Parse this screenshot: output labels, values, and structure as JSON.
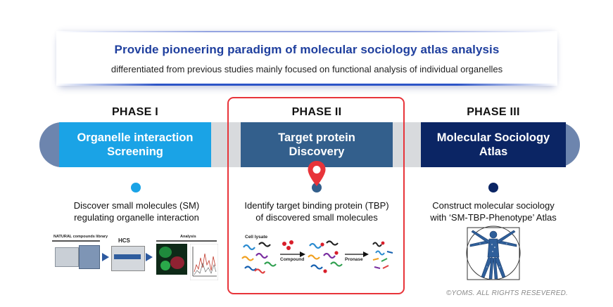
{
  "header": {
    "title": "Provide pioneering paradigm of molecular sociology atlas analysis",
    "subtitle": "differentiated from previous studies mainly focused on functional analysis of individual organelles"
  },
  "phases": [
    {
      "label": "PHASE I",
      "title_line1": "Organelle interaction",
      "title_line2": "Screening",
      "desc_line1": "Discover small molecules (SM)",
      "desc_line2": "regulating organelle interaction",
      "color": "#1aa3e6",
      "figure_labels": {
        "library": "NATURAL compounds library",
        "hcs": "HCS",
        "analysis": "Analysis"
      }
    },
    {
      "label": "PHASE II",
      "title_line1": "Target protein",
      "title_line2": "Discovery",
      "desc_line1": "Identify target binding protein (TBP)",
      "desc_line2": "of discovered small molecules",
      "color": "#335f8c",
      "figure_labels": {
        "lysate": "Cell lysate",
        "compound": "Compound",
        "pronase": "Pronase"
      }
    },
    {
      "label": "PHASE III",
      "title_line1": "Molecular Sociology",
      "title_line2": "Atlas",
      "desc_line1": "Construct molecular sociology",
      "desc_line2": "with ‘SM-TBP-Phenotype’ Atlas",
      "color": "#0b2564"
    }
  ],
  "colors": {
    "highlight": "#e8343a",
    "pin": "#e8343a",
    "track": "#d8dadd",
    "caps": "#6d85ae"
  },
  "copyright": "©YOMS. ALL RIGHTS RESEVERED."
}
